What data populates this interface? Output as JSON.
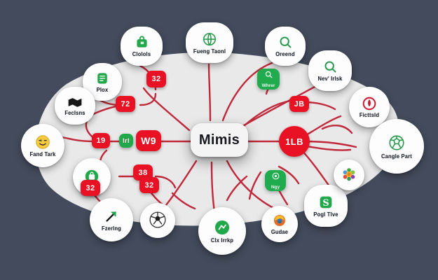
{
  "canvas": {
    "background_color": "#434b5c",
    "plate_color": "#e9e9e9",
    "edge_color": "#c0293b",
    "accent_red": "#e81224",
    "accent_green": "#1fab4e"
  },
  "center": {
    "label": "Mimis"
  },
  "nodes": [
    {
      "id": "plox",
      "label": "Plox",
      "icon": "green-document-icon"
    },
    {
      "id": "feclsns",
      "label": "Feclsns",
      "icon": "black-map-icon"
    },
    {
      "id": "fand-tark",
      "label": "Fand Tark",
      "icon": "money-face-emoji-icon"
    },
    {
      "id": "clolols",
      "label": "Clolols",
      "icon": "green-bag-icon"
    },
    {
      "id": "fueng-taonl",
      "label": "Fueng Taonl",
      "icon": "green-globe-icon"
    },
    {
      "id": "oreend",
      "label": "Oreend",
      "icon": "green-search-icon"
    },
    {
      "id": "nev-irlsk",
      "label": "Nev' Irlsk",
      "icon": "green-search-icon"
    },
    {
      "id": "ficttsld",
      "label": "Ficttsld",
      "icon": "red-vodafone-icon"
    },
    {
      "id": "cangle-part",
      "label": "Cangle Part",
      "icon": "green-soccer-ball-icon"
    },
    {
      "id": "unlabeled-green",
      "label": "",
      "icon": "green-briefcase-icon"
    },
    {
      "id": "fzerlng",
      "label": "Fzerlng",
      "icon": "green-arrow-icon"
    },
    {
      "id": "soccer-ball",
      "label": "",
      "icon": "soccer-ball-icon"
    },
    {
      "id": "clx-irrkp",
      "label": "Clx Irrkp",
      "icon": "green-circle-icon"
    },
    {
      "id": "gudae",
      "label": "Gudae",
      "icon": "firefox-icon"
    },
    {
      "id": "pogl-tlve",
      "label": "Pogl Tlve",
      "icon": "green-s-icon"
    },
    {
      "id": "flower",
      "label": "",
      "icon": "flower-burst-icon"
    }
  ],
  "badges": [
    {
      "id": "b-72",
      "text": "72",
      "shape": "rounded",
      "color": "#e81224"
    },
    {
      "id": "b-19",
      "text": "19",
      "shape": "rounded",
      "color": "#e81224"
    },
    {
      "id": "b-irl",
      "text": "Irl",
      "shape": "rounded",
      "color": "#20a84a"
    },
    {
      "id": "b-w9",
      "text": "W9",
      "shape": "rounded",
      "color": "#e81224"
    },
    {
      "id": "b-32a",
      "text": "32",
      "shape": "rounded",
      "color": "#e81224"
    },
    {
      "id": "b-38",
      "text": "38",
      "shape": "rounded",
      "color": "#e81224"
    },
    {
      "id": "b-32b",
      "text": "32",
      "shape": "rounded",
      "color": "#e81224"
    },
    {
      "id": "b-32c",
      "text": "32",
      "shape": "rounded",
      "color": "#e81224"
    },
    {
      "id": "b-jb",
      "text": "JB",
      "shape": "rounded",
      "color": "#e81224"
    },
    {
      "id": "b-1lb",
      "text": "1LB",
      "shape": "circle",
      "color": "#e81224"
    }
  ],
  "tiles": [
    {
      "id": "t-whrer",
      "label": "Whrer",
      "icon": "green-search-tile-icon"
    },
    {
      "id": "t-ngy",
      "label": "Ngy",
      "icon": "green-circle-tile-icon"
    }
  ]
}
